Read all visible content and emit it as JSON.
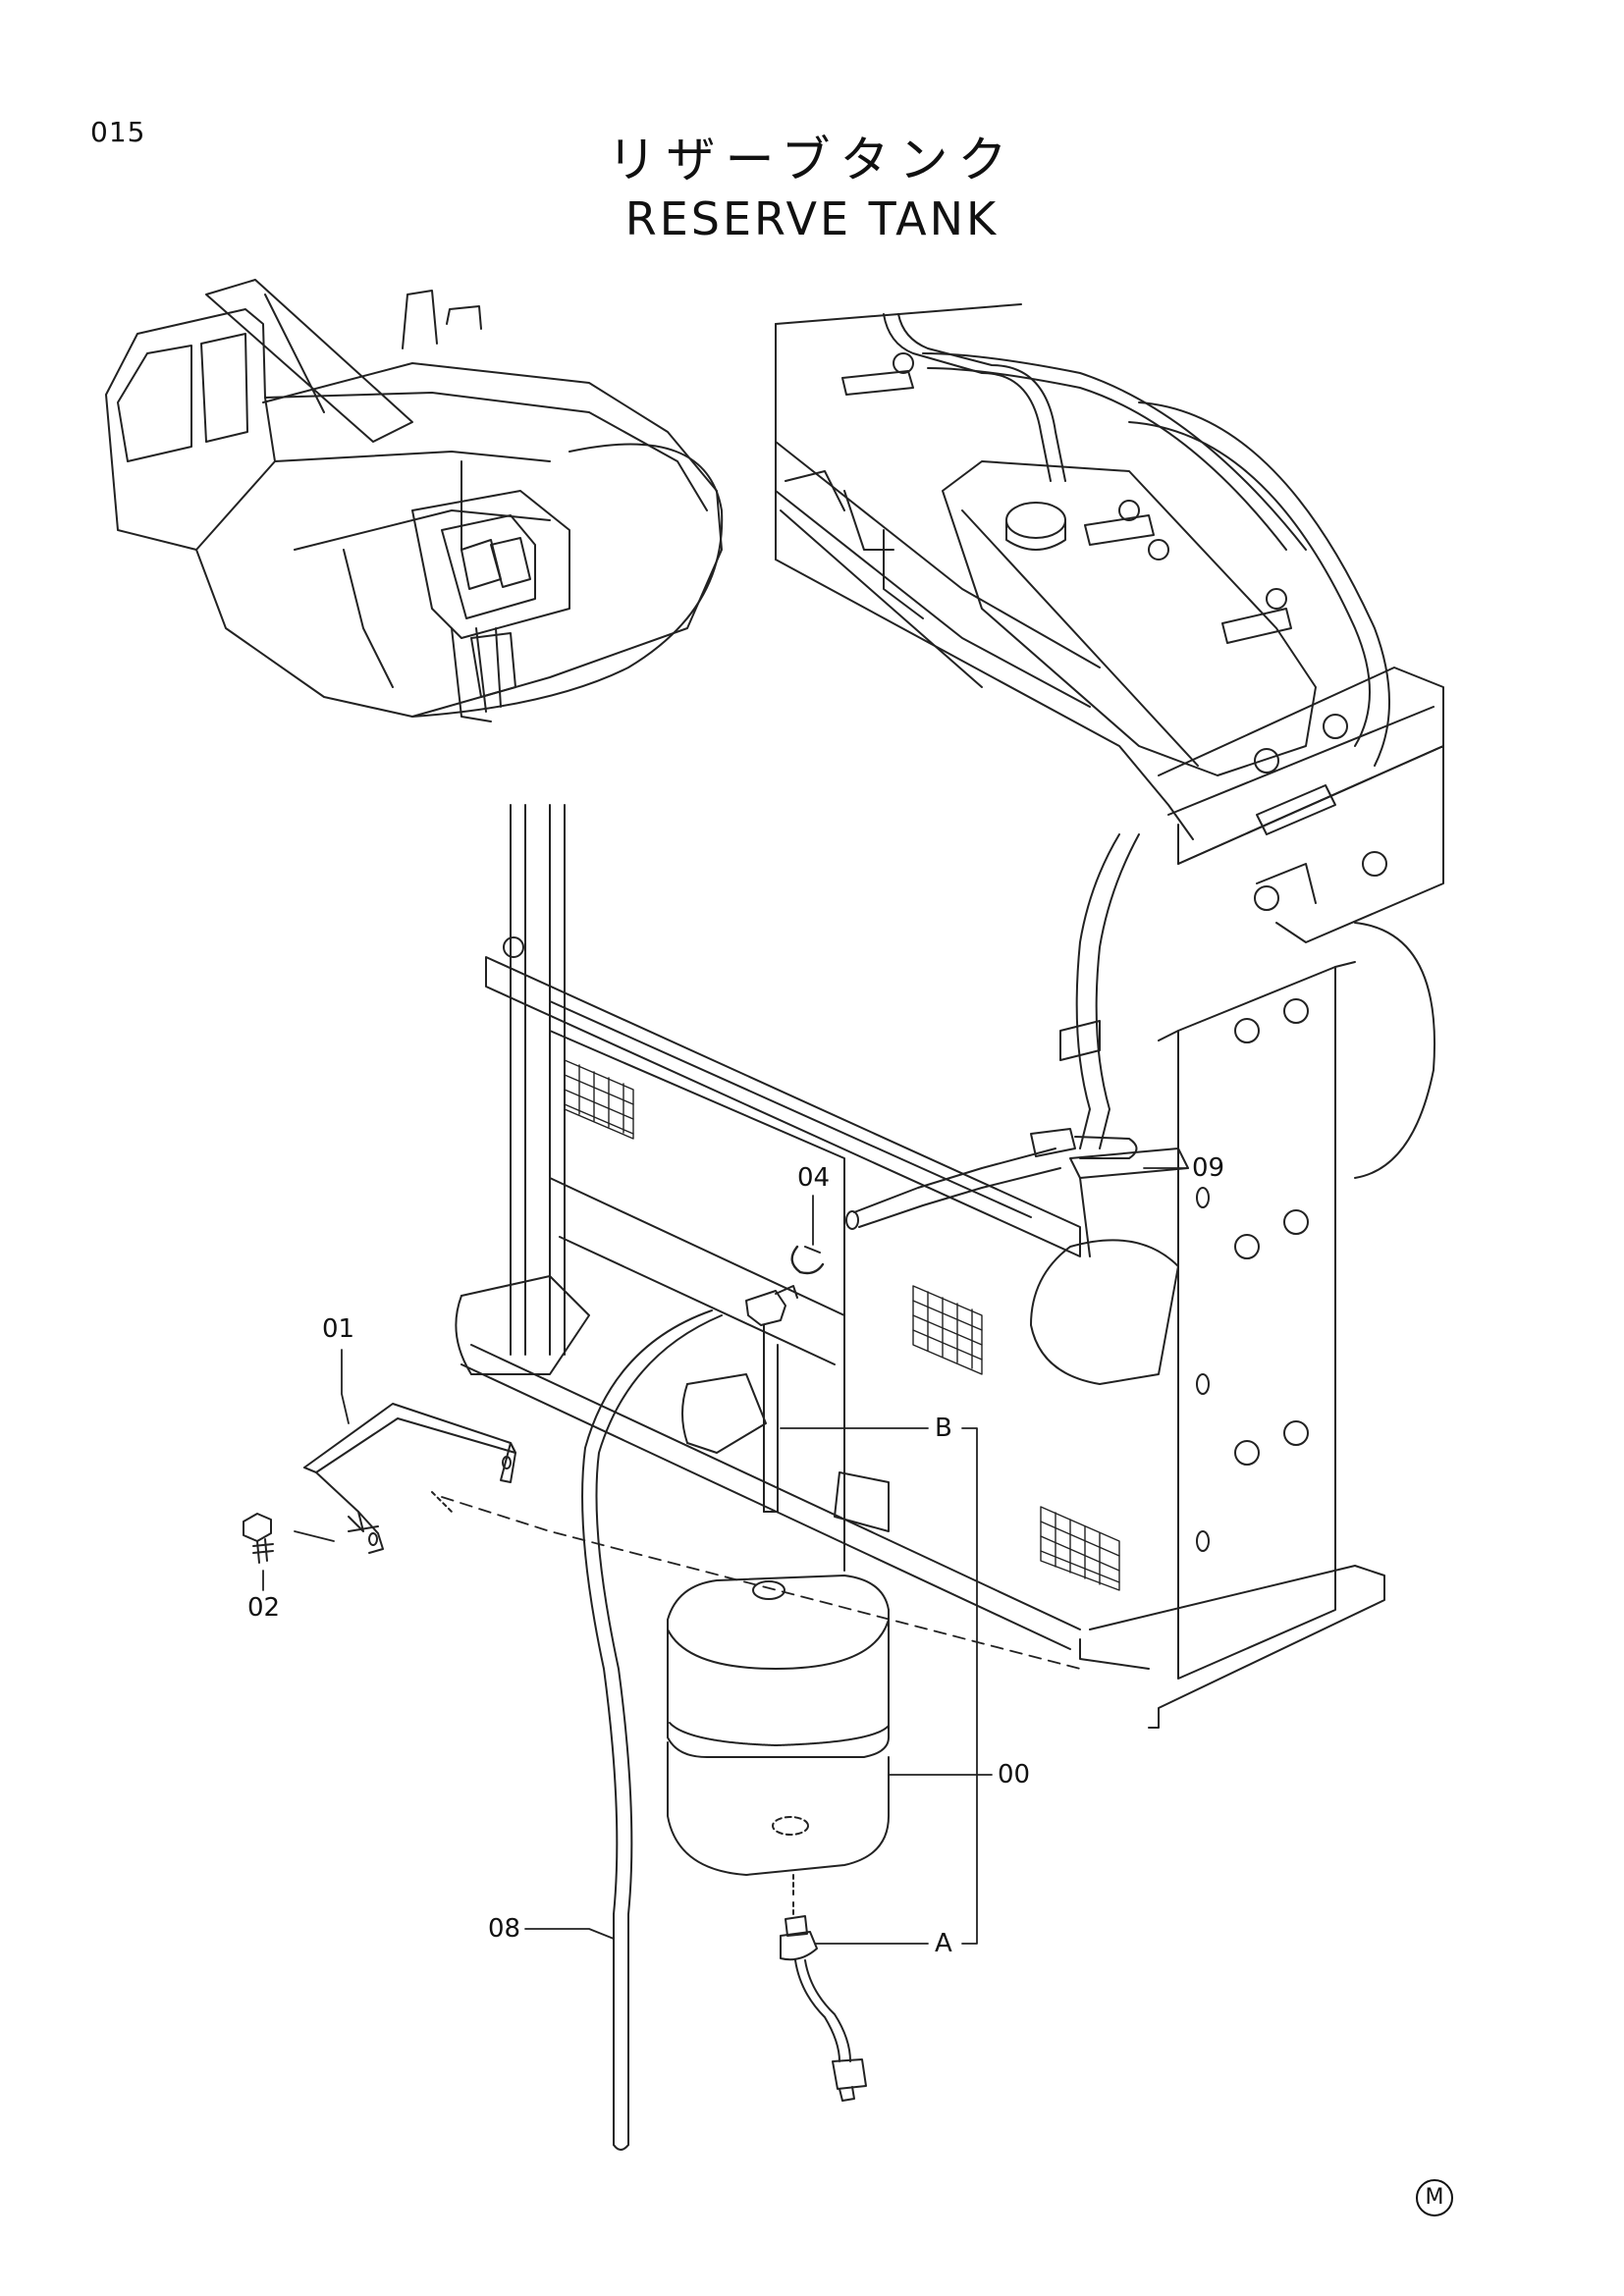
{
  "page": {
    "number": "015"
  },
  "title": {
    "japanese": "リザーブタンク",
    "english": "RESERVE TANK"
  },
  "callouts": {
    "c00": "00",
    "c01": "01",
    "c02": "02",
    "c04": "04",
    "c08": "08",
    "c09": "09",
    "cA": "A",
    "cB": "B"
  },
  "maker_mark": "M"
}
